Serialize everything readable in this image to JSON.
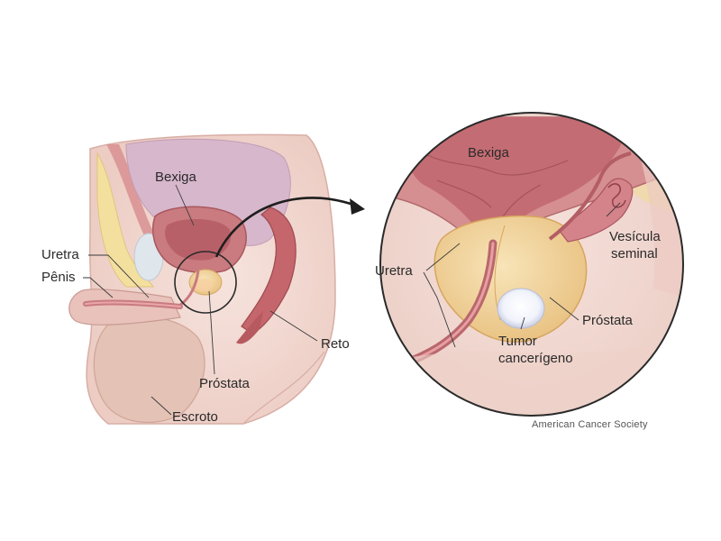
{
  "side_view": {
    "labels": {
      "bexiga": "Bexiga",
      "uretra": "Uretra",
      "penis": "Pênis",
      "prostata": "Próstata",
      "reto": "Reto",
      "escroto": "Escroto"
    }
  },
  "detail_view": {
    "labels": {
      "bexiga": "Bexiga",
      "uretra": "Uretra",
      "vesicula_line1": "Vesícula",
      "vesicula_line2": "seminal",
      "prostata": "Próstata",
      "tumor_line1": "Tumor",
      "tumor_line2": "cancerígeno"
    }
  },
  "credit": "American Cancer Society",
  "colors": {
    "skin": "#f4dcd6",
    "skin_shadow": "#e6c3bb",
    "bladder_wall": "#c97b80",
    "bladder_inner": "#b86068",
    "organ_purple": "#d7b7cc",
    "prostate": "#f2d29a",
    "fat_yellow": "#f3df9e",
    "rectum": "#c4666c",
    "tumor": "#ffffff"
  }
}
